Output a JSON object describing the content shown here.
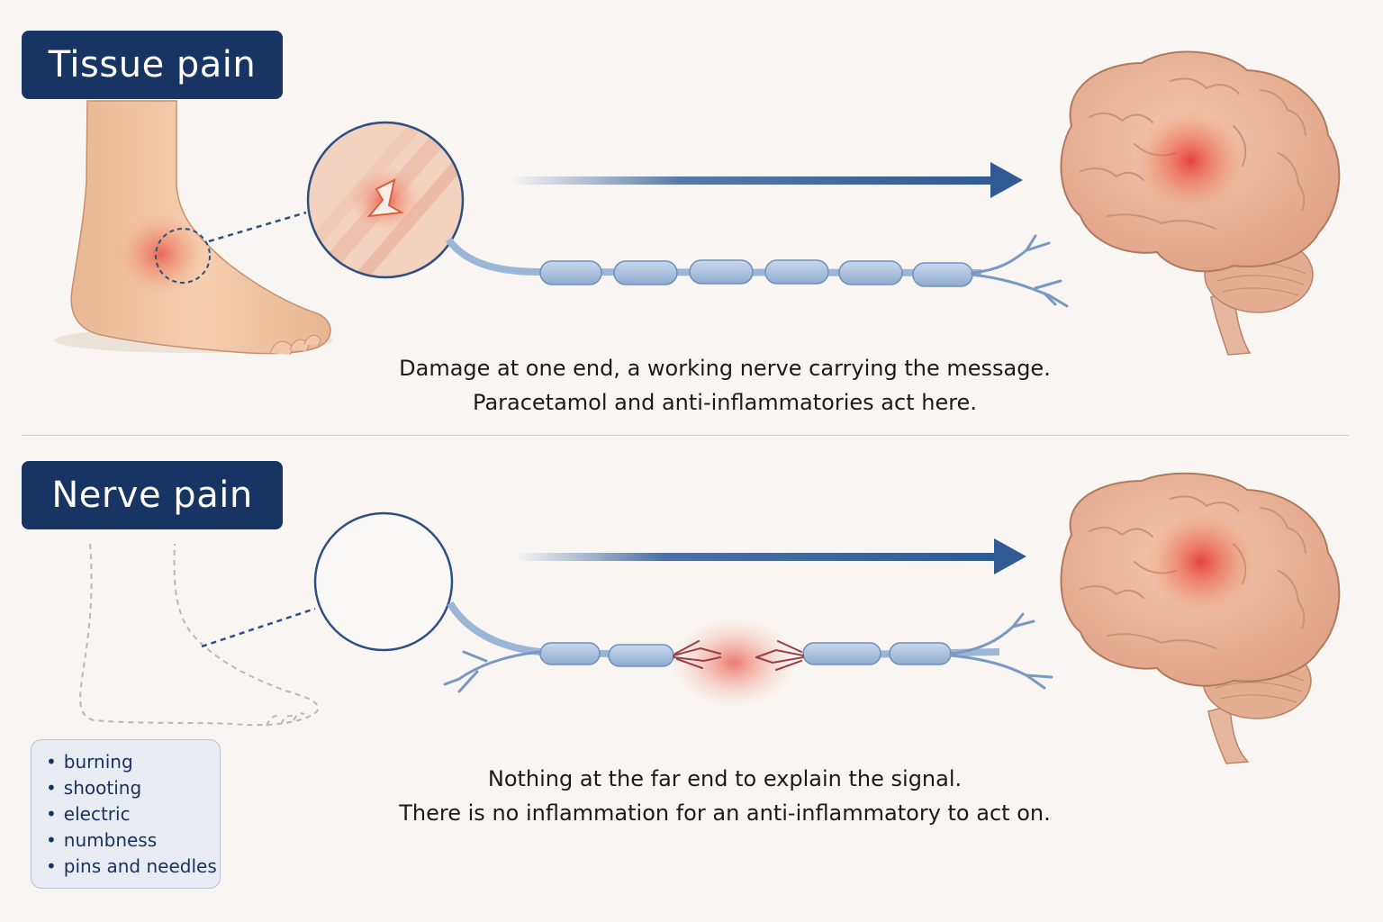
{
  "tissue": {
    "badge": "Tissue pain",
    "caption_line1": "Damage at one end, a working nerve carrying the message.",
    "caption_line2": "Paracetamol and anti-inflammatories act here."
  },
  "nerve": {
    "badge": "Nerve pain",
    "caption_line1": "Nothing at the far end to explain the signal.",
    "caption_line2": "There is no inflammation for an anti-inflammatory to act on.",
    "symptoms": [
      "burning",
      "shooting",
      "electric",
      "numbness",
      "pins and needles"
    ]
  },
  "colors": {
    "badge_bg": "#173462",
    "arrow": "#2f5a94",
    "nerve_fiber": "#a9bfdc",
    "inflammation": "#e8463a",
    "brain": "#e9b49a"
  },
  "icons": [
    "foot-icon",
    "zoom-circle-icon",
    "arrow-right-icon",
    "nerve-fiber-icon",
    "brain-icon",
    "foot-outline-icon"
  ]
}
